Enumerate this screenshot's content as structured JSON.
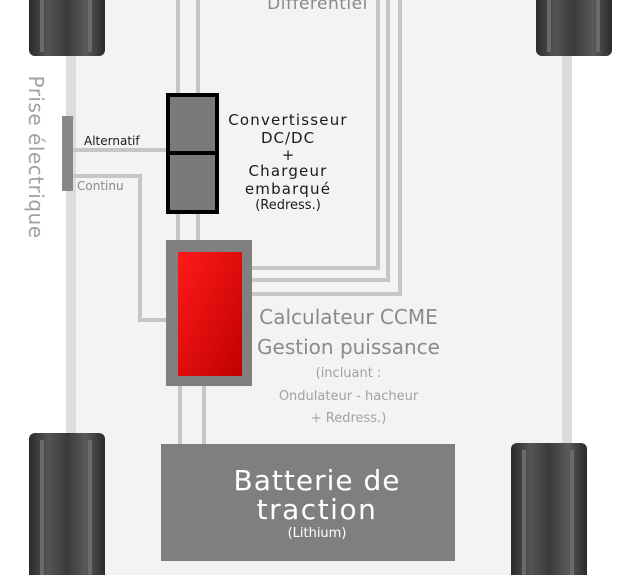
{
  "labels": {
    "differentiel": "Différentiel",
    "prise": "Prise électrique",
    "alternatif": "Alternatif",
    "continu": "Continu",
    "conv_line1": "Convertisseur",
    "conv_line2": "DC/DC",
    "conv_plus": "+",
    "charg_line1": "Chargeur",
    "charg_line2": "embarqué",
    "charg_line3": "(Redress.)",
    "calc_line1": "Calculateur CCME",
    "calc_line2": "Gestion puissance",
    "calc_note1": "(incluant :",
    "calc_note2": "Ondulateur - hacheur",
    "calc_note3": "+ Redress.)",
    "batt_line1": "Batterie de",
    "batt_line2": "traction",
    "batt_line3": "(Lithium)"
  },
  "colors": {
    "chassis": "#f2f2f2",
    "wire": "#c8c8c8",
    "box_dark": "#808080",
    "box_outline": "#000000",
    "calc_red": "#e00000",
    "wheel": "#3a3a3a",
    "plug": "#888888"
  }
}
